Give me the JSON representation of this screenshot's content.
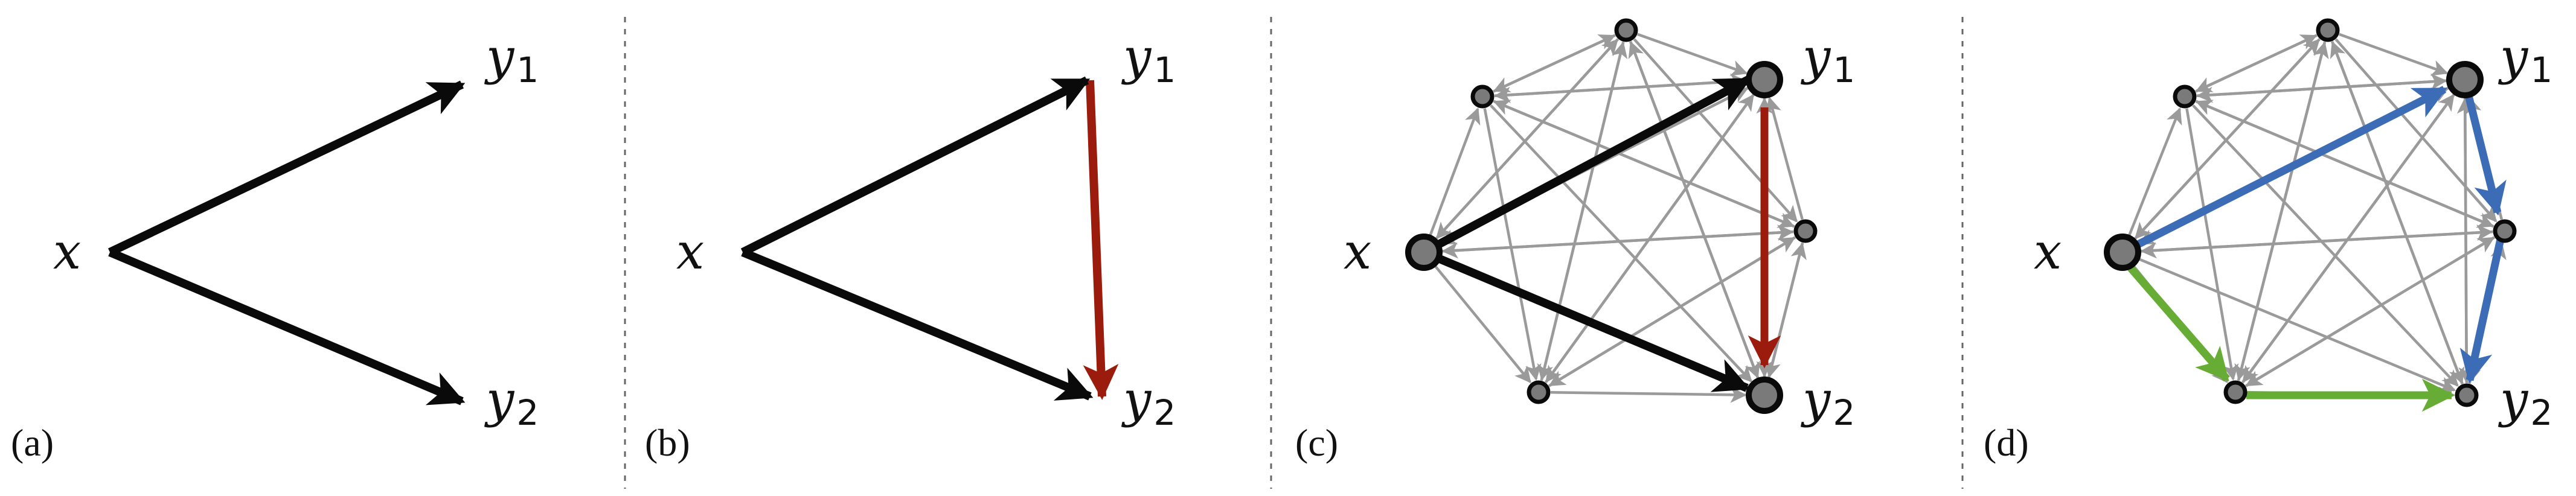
{
  "panels": [
    {
      "caption": "(a)",
      "x_label": "x",
      "y1_label": "y",
      "y1_sub": "1",
      "y2_label": "y",
      "y2_sub": "2"
    },
    {
      "caption": "(b)",
      "x_label": "x",
      "y1_label": "y",
      "y1_sub": "1",
      "y2_label": "y",
      "y2_sub": "2"
    },
    {
      "caption": "(c)",
      "x_label": "x",
      "y1_label": "y",
      "y1_sub": "1",
      "y2_label": "y",
      "y2_sub": "2"
    },
    {
      "caption": "(d)",
      "x_label": "x",
      "y1_label": "y",
      "y1_sub": "1",
      "y2_label": "y",
      "y2_sub": "2"
    }
  ],
  "colors": {
    "black_arrow": "#0a0a0a",
    "red_arrow": "#9b1c0c",
    "gray_edge": "#9a9a9a",
    "node_fill": "#7a7a7a",
    "blue_path": "#3b6cb5",
    "green_path": "#67ad35"
  }
}
